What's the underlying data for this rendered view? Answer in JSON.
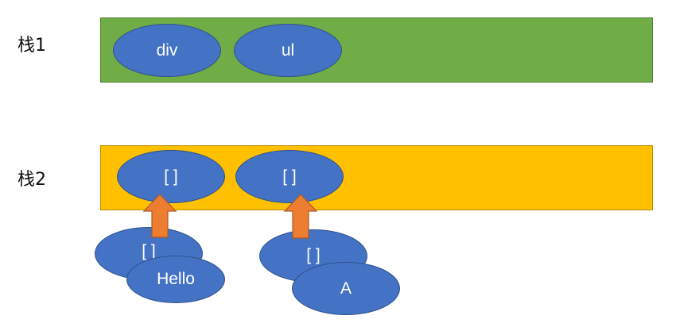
{
  "colors": {
    "stack1_fill": "#70ad47",
    "stack1_border": "#507e32",
    "stack2_fill": "#ffc000",
    "stack2_border": "#bc8c00",
    "node_fill": "#4472c4",
    "node_border": "#2f528f",
    "node_text": "#ffffff",
    "arrow_fill": "#ed7d31",
    "arrow_border": "#ae5a21"
  },
  "stack1": {
    "label": "栈1",
    "items": [
      {
        "text": "div"
      },
      {
        "text": "ul"
      }
    ]
  },
  "stack2": {
    "label": "栈2",
    "items": [
      {
        "text": "[ ]"
      },
      {
        "text": "[ ]"
      }
    ]
  },
  "pending": [
    {
      "array_text": "[ ]",
      "child_text": "Hello"
    },
    {
      "array_text": "[ ]",
      "child_text": "A"
    }
  ]
}
